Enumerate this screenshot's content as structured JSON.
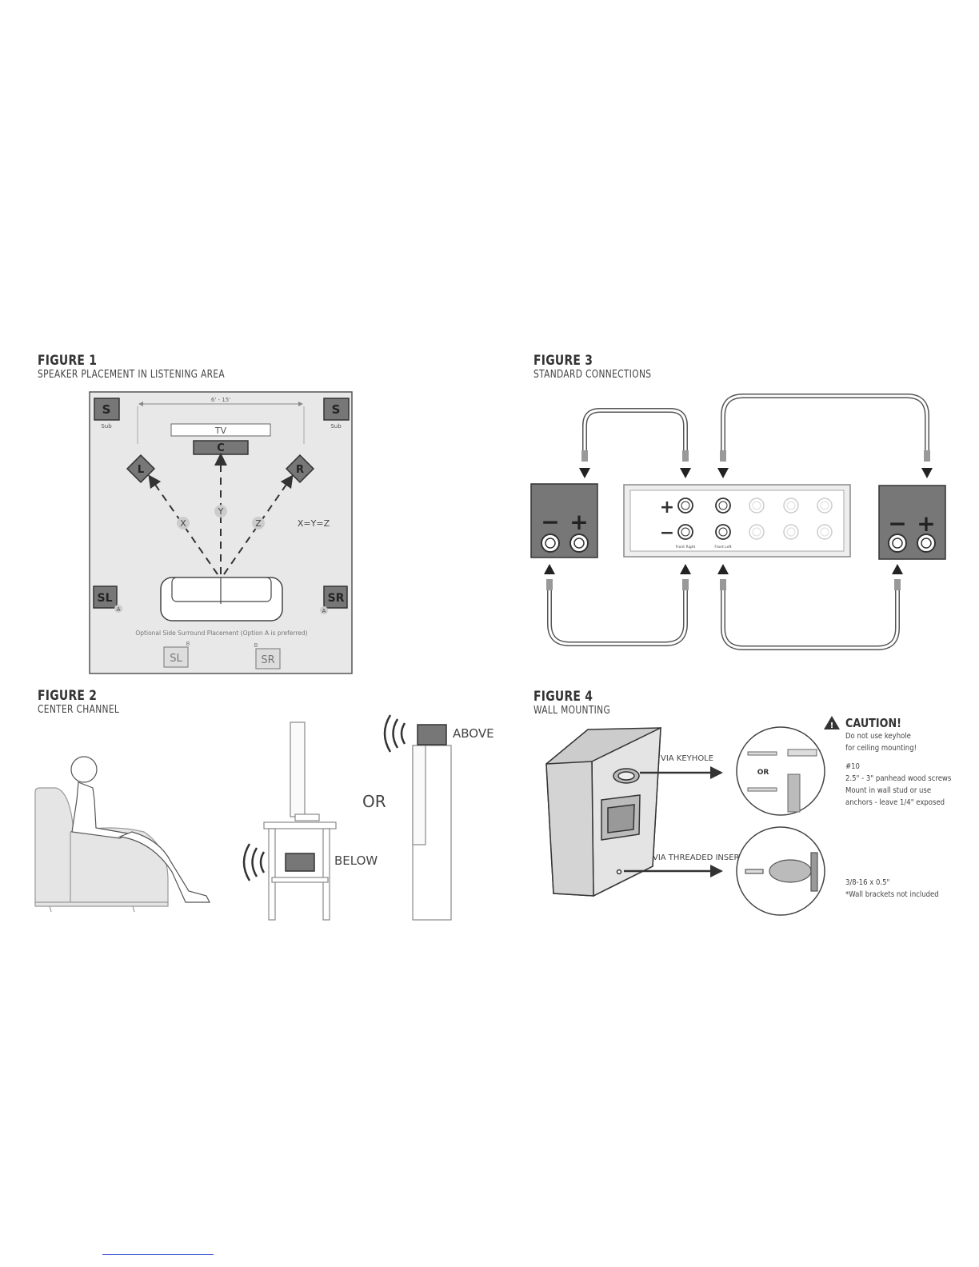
{
  "figure1": {
    "title": "FIGURE 1",
    "subtitle": "SPEAKER PLACEMENT IN LISTENING AREA",
    "distance": "6' - 15'",
    "tv": "TV",
    "center": "C",
    "left": "L",
    "right": "R",
    "sub": "S",
    "sub_caption": "Sub",
    "x": "X",
    "y": "Y",
    "z": "Z",
    "equation": "X=Y=Z",
    "sl": "SL",
    "sr": "SR",
    "option_a": "A",
    "option_b": "B",
    "optional_note": "Optional Side Surround Placement (Option A is preferred)"
  },
  "figure2": {
    "title": "FIGURE 2",
    "subtitle": "CENTER CHANNEL",
    "above": "ABOVE",
    "below": "BELOW",
    "or": "OR"
  },
  "figure3": {
    "title": "FIGURE 3",
    "subtitle": "STANDARD CONNECTIONS",
    "plus": "+",
    "minus": "−",
    "front_right": "Front Right",
    "front_left": "Front Left"
  },
  "figure4": {
    "title": "FIGURE 4",
    "subtitle": "WALL MOUNTING",
    "via_keyhole": "VIA KEYHOLE",
    "via_threaded": "VIA THREADED INSERT",
    "or": "OR",
    "caution": "CAUTION!",
    "caution_line1": "Do not use keyhole",
    "caution_line2": "for ceiling mounting!",
    "screw_size": "#10",
    "screw_line1": "2.5\" - 3\" panhead wood screws",
    "screw_line2": "Mount in wall stud or use",
    "screw_line3": "anchors - leave 1/4\" exposed",
    "insert_size": "3/8-16 x 0.5\"",
    "insert_note": "*Wall brackets not included"
  }
}
